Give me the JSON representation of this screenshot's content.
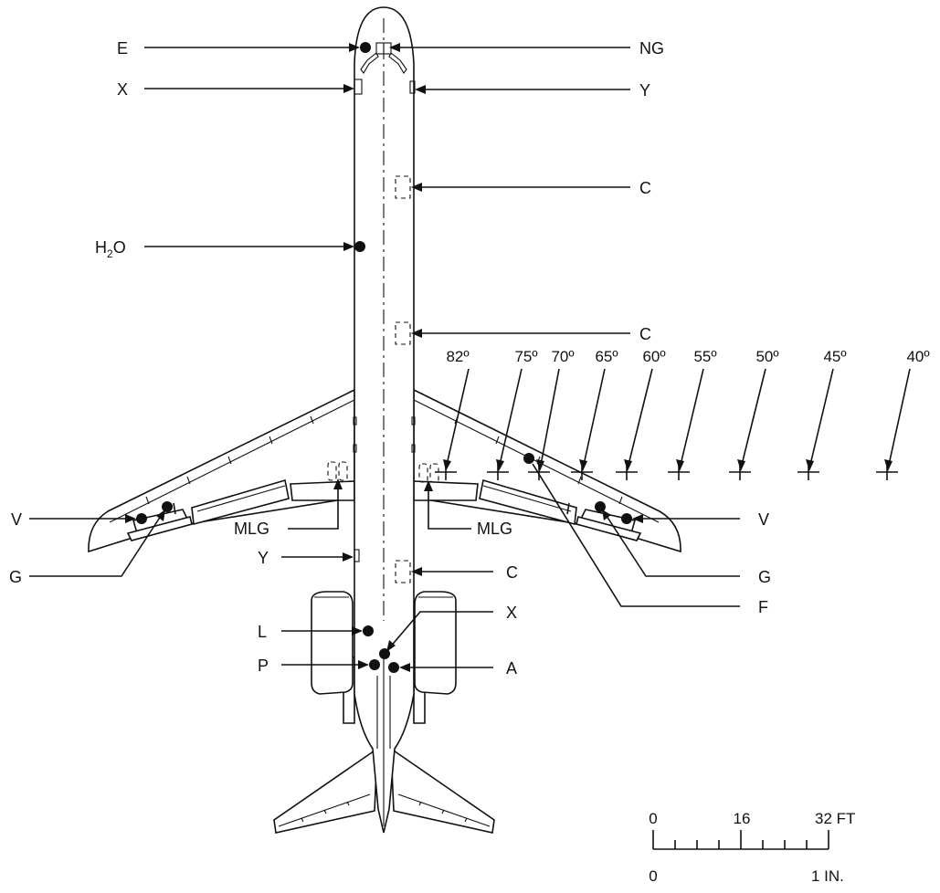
{
  "labels": {
    "e": "E",
    "x_fwd": "X",
    "h2o_main": "H",
    "h2o_sub": "2",
    "h2o_tail": "O",
    "ng": "NG",
    "y_fwd": "Y",
    "c_fwd": "C",
    "c_mid": "C",
    "v_left": "V",
    "g_left": "G",
    "mlg_left": "MLG",
    "mlg_right": "MLG",
    "y_aft": "Y",
    "v_right": "V",
    "g_right": "G",
    "c_aft": "C",
    "f": "F",
    "x_aft": "X",
    "l": "L",
    "p": "P",
    "a": "A"
  },
  "angles": [
    "82º",
    "75º",
    "70º",
    "65º",
    "60º",
    "55º",
    "50º",
    "45º",
    "40º"
  ],
  "scale": {
    "ft_ticks": [
      "0",
      "16",
      "32 FT"
    ],
    "in_ticks": [
      "0",
      "1 IN."
    ]
  }
}
